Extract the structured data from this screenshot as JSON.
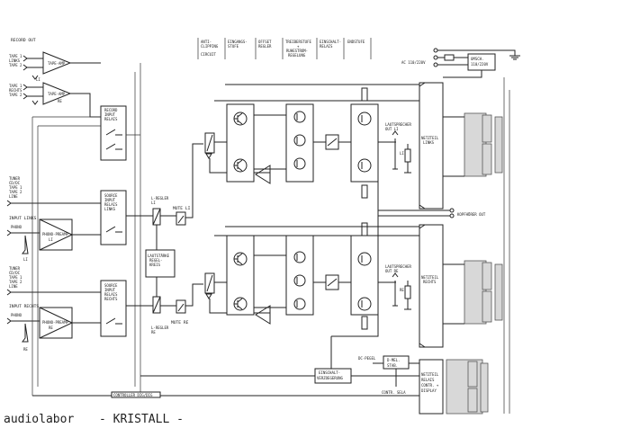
{
  "legend": {
    "col1": [
      "ANTI-",
      "CLIPPING",
      "",
      "CIRCUIT"
    ],
    "col2": [
      "EINGANGS-",
      "STUFE"
    ],
    "col3": [
      "OFFSET",
      "REGLER"
    ],
    "col4": [
      "TREIBERSTUFE",
      "+",
      "RUHESTROM-",
      "REGELUNG"
    ],
    "col5": [
      "EINSCHALT-",
      "RELAIS"
    ],
    "col6": [
      "ENDSTUFE"
    ]
  },
  "labels": {
    "record_out": "RECORD OUT",
    "tape_links": [
      "TAPE 1",
      "LINKS",
      "TAPE 2"
    ],
    "tape_rechts": [
      "TAPE 1",
      "RECHTS",
      "TAPE 2"
    ],
    "tape_amp": "TAPE-AMP",
    "tape_amp_l": "LI",
    "tape_amp_r": "RE",
    "record_input": [
      "RECORD",
      "INPUT",
      "RELAIS"
    ],
    "source_links": [
      "SOURCE",
      "INPUT",
      "RELAIS",
      "LINKS"
    ],
    "source_rechts": [
      "SOURCE",
      "INPUT",
      "RELAIS",
      "RECHTS"
    ],
    "inputs_links": [
      "TUNER",
      "CD/DC",
      "TAPE 1",
      "TAPE 2",
      "LINE"
    ],
    "inputs_rechts": [
      "TUNER",
      "CD/DC",
      "TAPE 1",
      "TAPE 2",
      "LINE"
    ],
    "input_links": "INPUT LINKS",
    "input_rechts": "INPUT RECHTS",
    "phono": "PHONO",
    "phono_preamp": "PHONO-PREAMP",
    "li": "LI",
    "re": "RE",
    "l_regler_li": [
      "L-REGLER",
      "LI"
    ],
    "l_regler_re": [
      "L-REGLER",
      "RE"
    ],
    "mute_li": "MUTE LI",
    "mute_re": "MUTE RE",
    "lautstaerke": [
      "LAUTSTÄRKE",
      "REGEL-",
      "KREIS"
    ],
    "lautsprecher_li": [
      "LAUTSPRECHER",
      "OUT LI"
    ],
    "lautsprecher_re": [
      "LAUTSPRECHER",
      "OUT RE"
    ],
    "netzteil_links": [
      "NETZTEIL",
      "LINKS"
    ],
    "netzteil_rechts": [
      "NETZTEIL",
      "RECHTS"
    ],
    "kopfhoerer": "KOPFHÖRER OUT",
    "ac": "AC 110/220V",
    "umschalt": [
      "UMSCH.",
      "110/220V"
    ],
    "netzteil_bottom": [
      "NETZTEIL",
      "RELAIS",
      "CONTR. +",
      "DISPLAY"
    ],
    "einschalt_verz": [
      "EINSCHALT-",
      "VERZOEGERUNG"
    ],
    "dc_pegel": "DC-PEGEL",
    "dc_mel": [
      "D-MEL.",
      "STAB."
    ],
    "contr_sela": "CONTR. SELA",
    "controller": "CONTROLLER  DIG/DIG"
  },
  "footer": {
    "brand": "audiolabor",
    "model": "- KRISTALL -"
  }
}
